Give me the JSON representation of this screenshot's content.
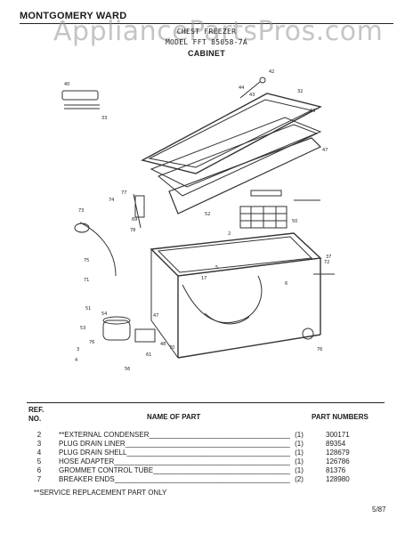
{
  "brand": "MONTGOMERY WARD",
  "watermark": "AppliancePartsPros.com",
  "header": {
    "title": "CHEST FREEZER",
    "model": "MODEL FFT 85058-7A",
    "section": "CABINET"
  },
  "diagram": {
    "callouts": [
      "40",
      "33",
      "42",
      "44",
      "43",
      "32",
      "46",
      "47",
      "52",
      "73",
      "77",
      "74",
      "78",
      "75",
      "69",
      "50",
      "2",
      "5",
      "71",
      "72",
      "37",
      "17",
      "6",
      "76",
      "51",
      "54",
      "53",
      "47",
      "48",
      "61",
      "70",
      "76",
      "56",
      "3",
      "4"
    ]
  },
  "table": {
    "ref_header_line1": "REF.",
    "ref_header_line2": "NO.",
    "name_header": "NAME OF PART",
    "pn_header": "PART NUMBERS",
    "rows": [
      {
        "no": "2",
        "name": "**EXTERNAL CONDENSER",
        "qty": "(1)",
        "pn": "300171"
      },
      {
        "no": "3",
        "name": "PLUG DRAIN LINER",
        "qty": "(1)",
        "pn": "89354"
      },
      {
        "no": "4",
        "name": "PLUG DRAIN SHELL",
        "qty": "(1)",
        "pn": "128679"
      },
      {
        "no": "5",
        "name": "HOSE ADAPTER",
        "qty": "(1)",
        "pn": "126786"
      },
      {
        "no": "6",
        "name": "GROMMET CONTROL TUBE",
        "qty": "(1)",
        "pn": "81376"
      },
      {
        "no": "7",
        "name": "BREAKER ENDS",
        "qty": "(2)",
        "pn": "128980"
      }
    ],
    "footnote": "**SERVICE REPLACEMENT PART ONLY"
  },
  "page": "5/87"
}
